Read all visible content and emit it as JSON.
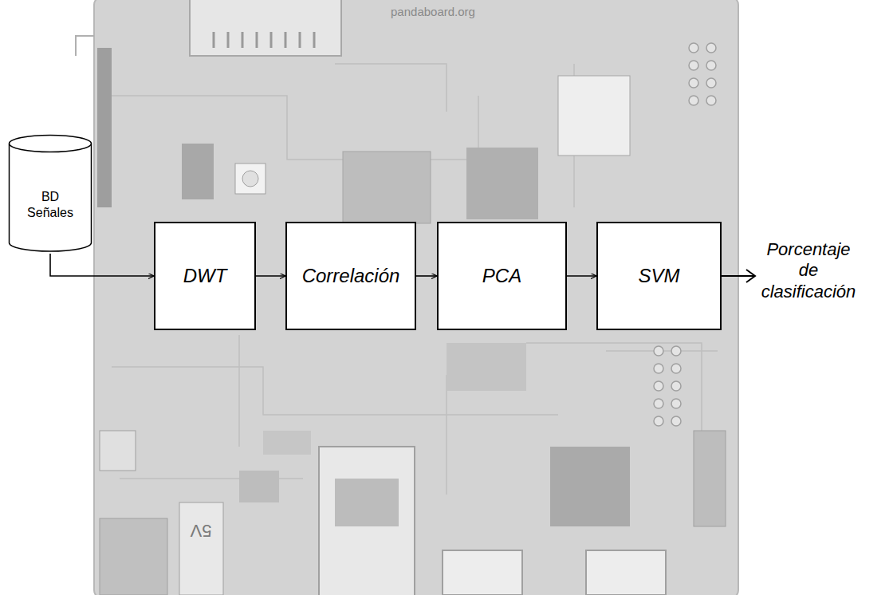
{
  "diagram": {
    "nodes": [
      {
        "text": [
          "BD Señales"
        ]
      },
      {
        "text": [
          "DWT"
        ]
      },
      {
        "text": [
          "Correlación"
        ]
      },
      {
        "text": [
          "PCA"
        ]
      },
      {
        "text": [
          "SVM"
        ]
      }
    ],
    "edges": [
      {
        "from": 0,
        "to": 1,
        "arrow": "to"
      },
      {
        "from": 1,
        "to": 2,
        "arrow": "to"
      },
      {
        "from": 2,
        "to": 3,
        "arrow": "to"
      },
      {
        "from": 3,
        "to": 4,
        "arrow": "to"
      }
    ],
    "labels": [
      "pandaboard.org",
      "Porcentaje de clasificación",
      "5V"
    ]
  }
}
